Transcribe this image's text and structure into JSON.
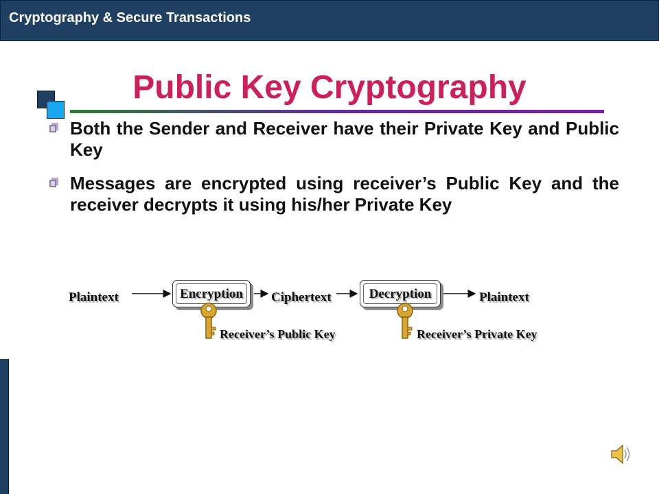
{
  "header": {
    "title": "Cryptography & Secure Transactions"
  },
  "slide": {
    "title": "Public Key Cryptography",
    "bullets": [
      "Both the Sender and Receiver have their Private Key and Public Key",
      "Messages are encrypted using receiver’s Public Key and the receiver decrypts it using his/her Private Key"
    ]
  },
  "diagram": {
    "plaintext_in": "Plaintext",
    "encryption": "Encryption",
    "ciphertext": "Ciphertext",
    "decryption": "Decryption",
    "plaintext_out": "Plaintext",
    "public_key_label": "Receiver’s Public Key",
    "private_key_label": "Receiver’s Private Key"
  },
  "icons": {
    "title_decoration": "stacked-squares-icon",
    "bullet": "bullet-square-icon",
    "key": "key-icon",
    "audio": "speaker-icon"
  },
  "colors": {
    "header_bg": "#1f3f63",
    "title": "#cc1f5c",
    "key_gold": "#d9a730",
    "accent_blue": "#19a6f0"
  }
}
